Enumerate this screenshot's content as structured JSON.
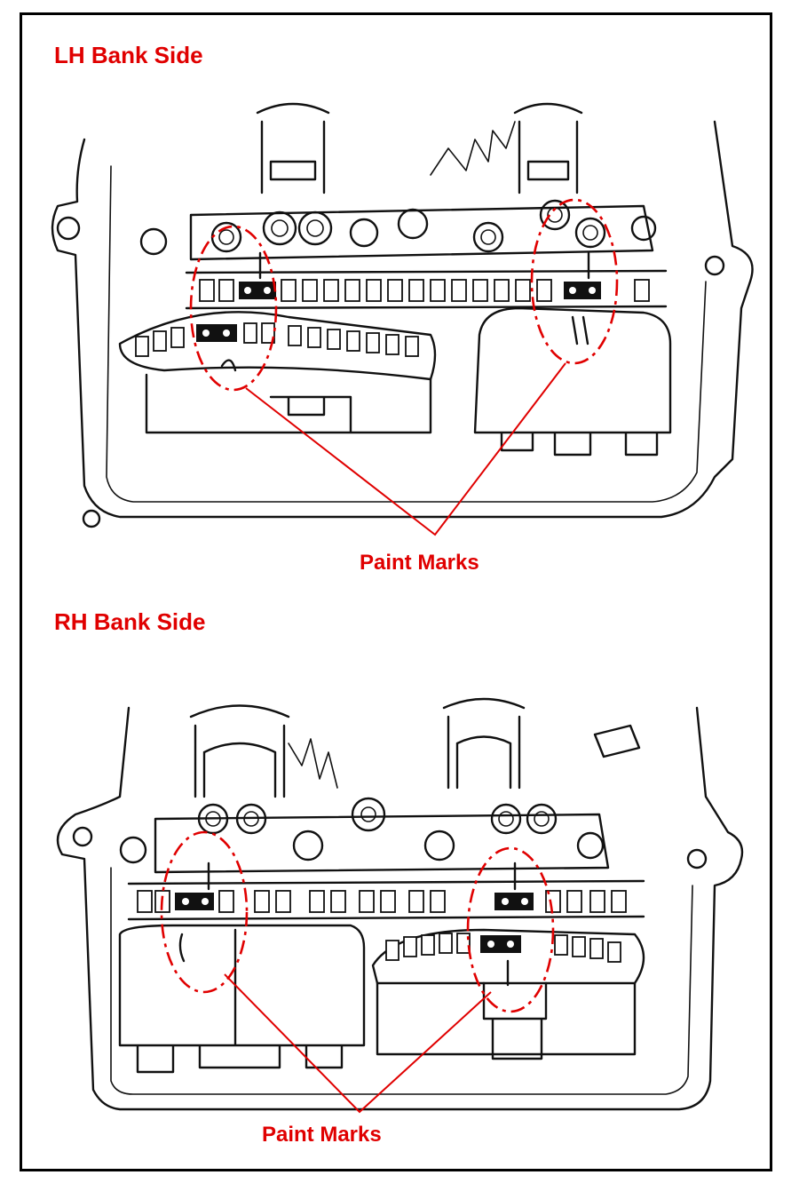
{
  "panels": {
    "lh": {
      "title": "LH Bank Side",
      "callout": "Paint Marks"
    },
    "rh": {
      "title": "RH Bank Side",
      "callout": "Paint Marks"
    }
  },
  "colors": {
    "annotation": "#e00000",
    "line_art": "#111111",
    "frame": "#000000",
    "background": "#ffffff"
  }
}
